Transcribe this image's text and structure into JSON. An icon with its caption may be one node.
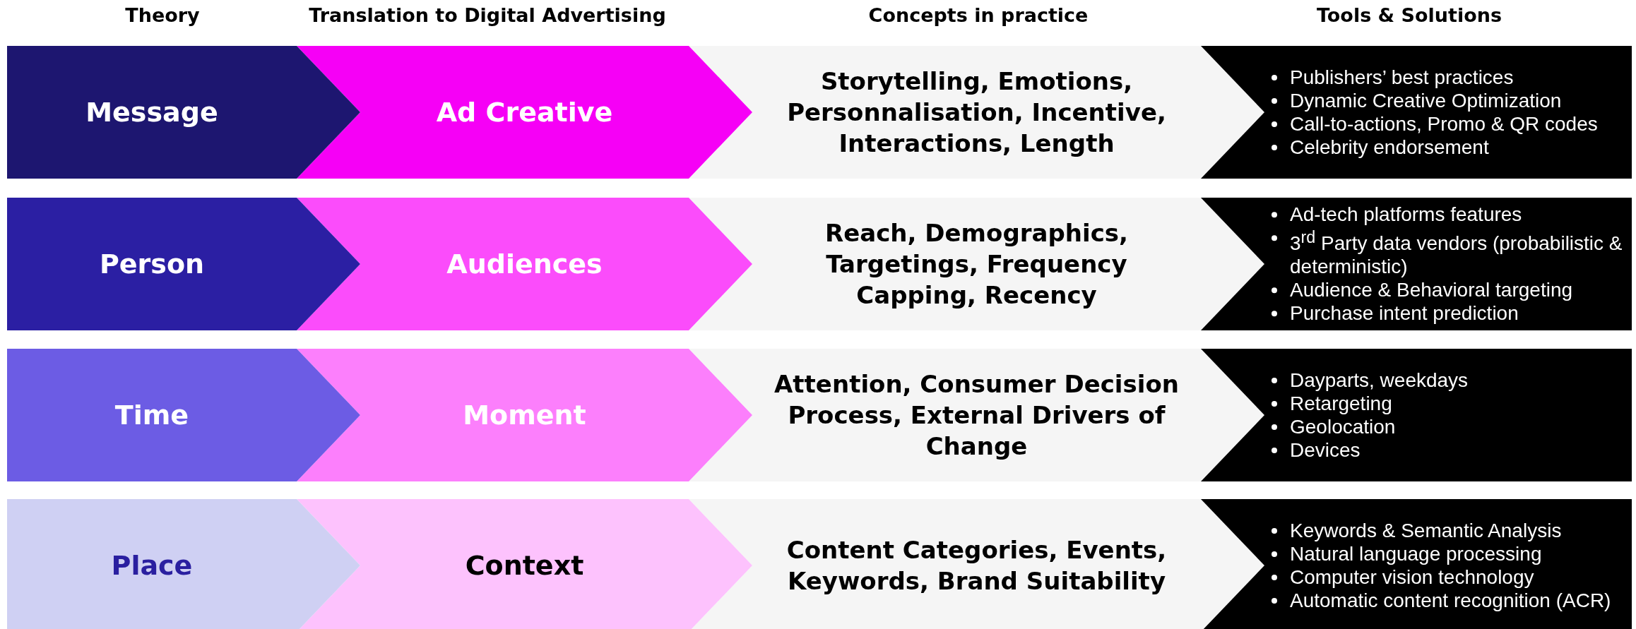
{
  "diagram": {
    "nodes": [
      {
        "text": [
          "Message"
        ]
      },
      {
        "text": [
          "Ad Creative"
        ]
      },
      {
        "text": [
          "Storytelling, Emotions, Personnalisation, Incentive, Interactions, Length"
        ]
      },
      {
        "text": [
          "Publishers’ best practices",
          "Dynamic Creative Optimization",
          "Call-to-actions, Promo & QR codes",
          "Celebrity endorsement"
        ]
      },
      {
        "text": [
          "Person"
        ]
      },
      {
        "text": [
          "Audiences"
        ]
      },
      {
        "text": [
          "Reach, Demographics, Targetings, Frequency Capping, Recency"
        ]
      },
      {
        "text": [
          "Ad-tech platforms features",
          "3$^{rd}$ Party data vendors (probabilistic & deterministic)",
          "Audience & Behavioral targeting",
          "Purchase intent prediction"
        ]
      },
      {
        "text": [
          "Time"
        ]
      },
      {
        "text": [
          "Moment"
        ]
      },
      {
        "text": [
          "Attention, Consumer Decision Process, External Drivers of Change"
        ]
      },
      {
        "text": [
          "Dayparts, weekdays",
          "Retargeting",
          "Geolocation",
          "Devices"
        ]
      },
      {
        "text": [
          "Place"
        ]
      },
      {
        "text": [
          "Context"
        ]
      },
      {
        "text": [
          "Content Categories, Events, Keywords, Brand Suitability"
        ]
      },
      {
        "text": [
          "Keywords & Semantic Analysis",
          "Natural language processing",
          "Computer vision technology",
          "Automatic content recognition (ACR)"
        ]
      }
    ],
    "labels": [
      "Theory",
      "Translation to Digital Advertising",
      "Concepts in practice",
      "Tools & Solutions"
    ]
  }
}
